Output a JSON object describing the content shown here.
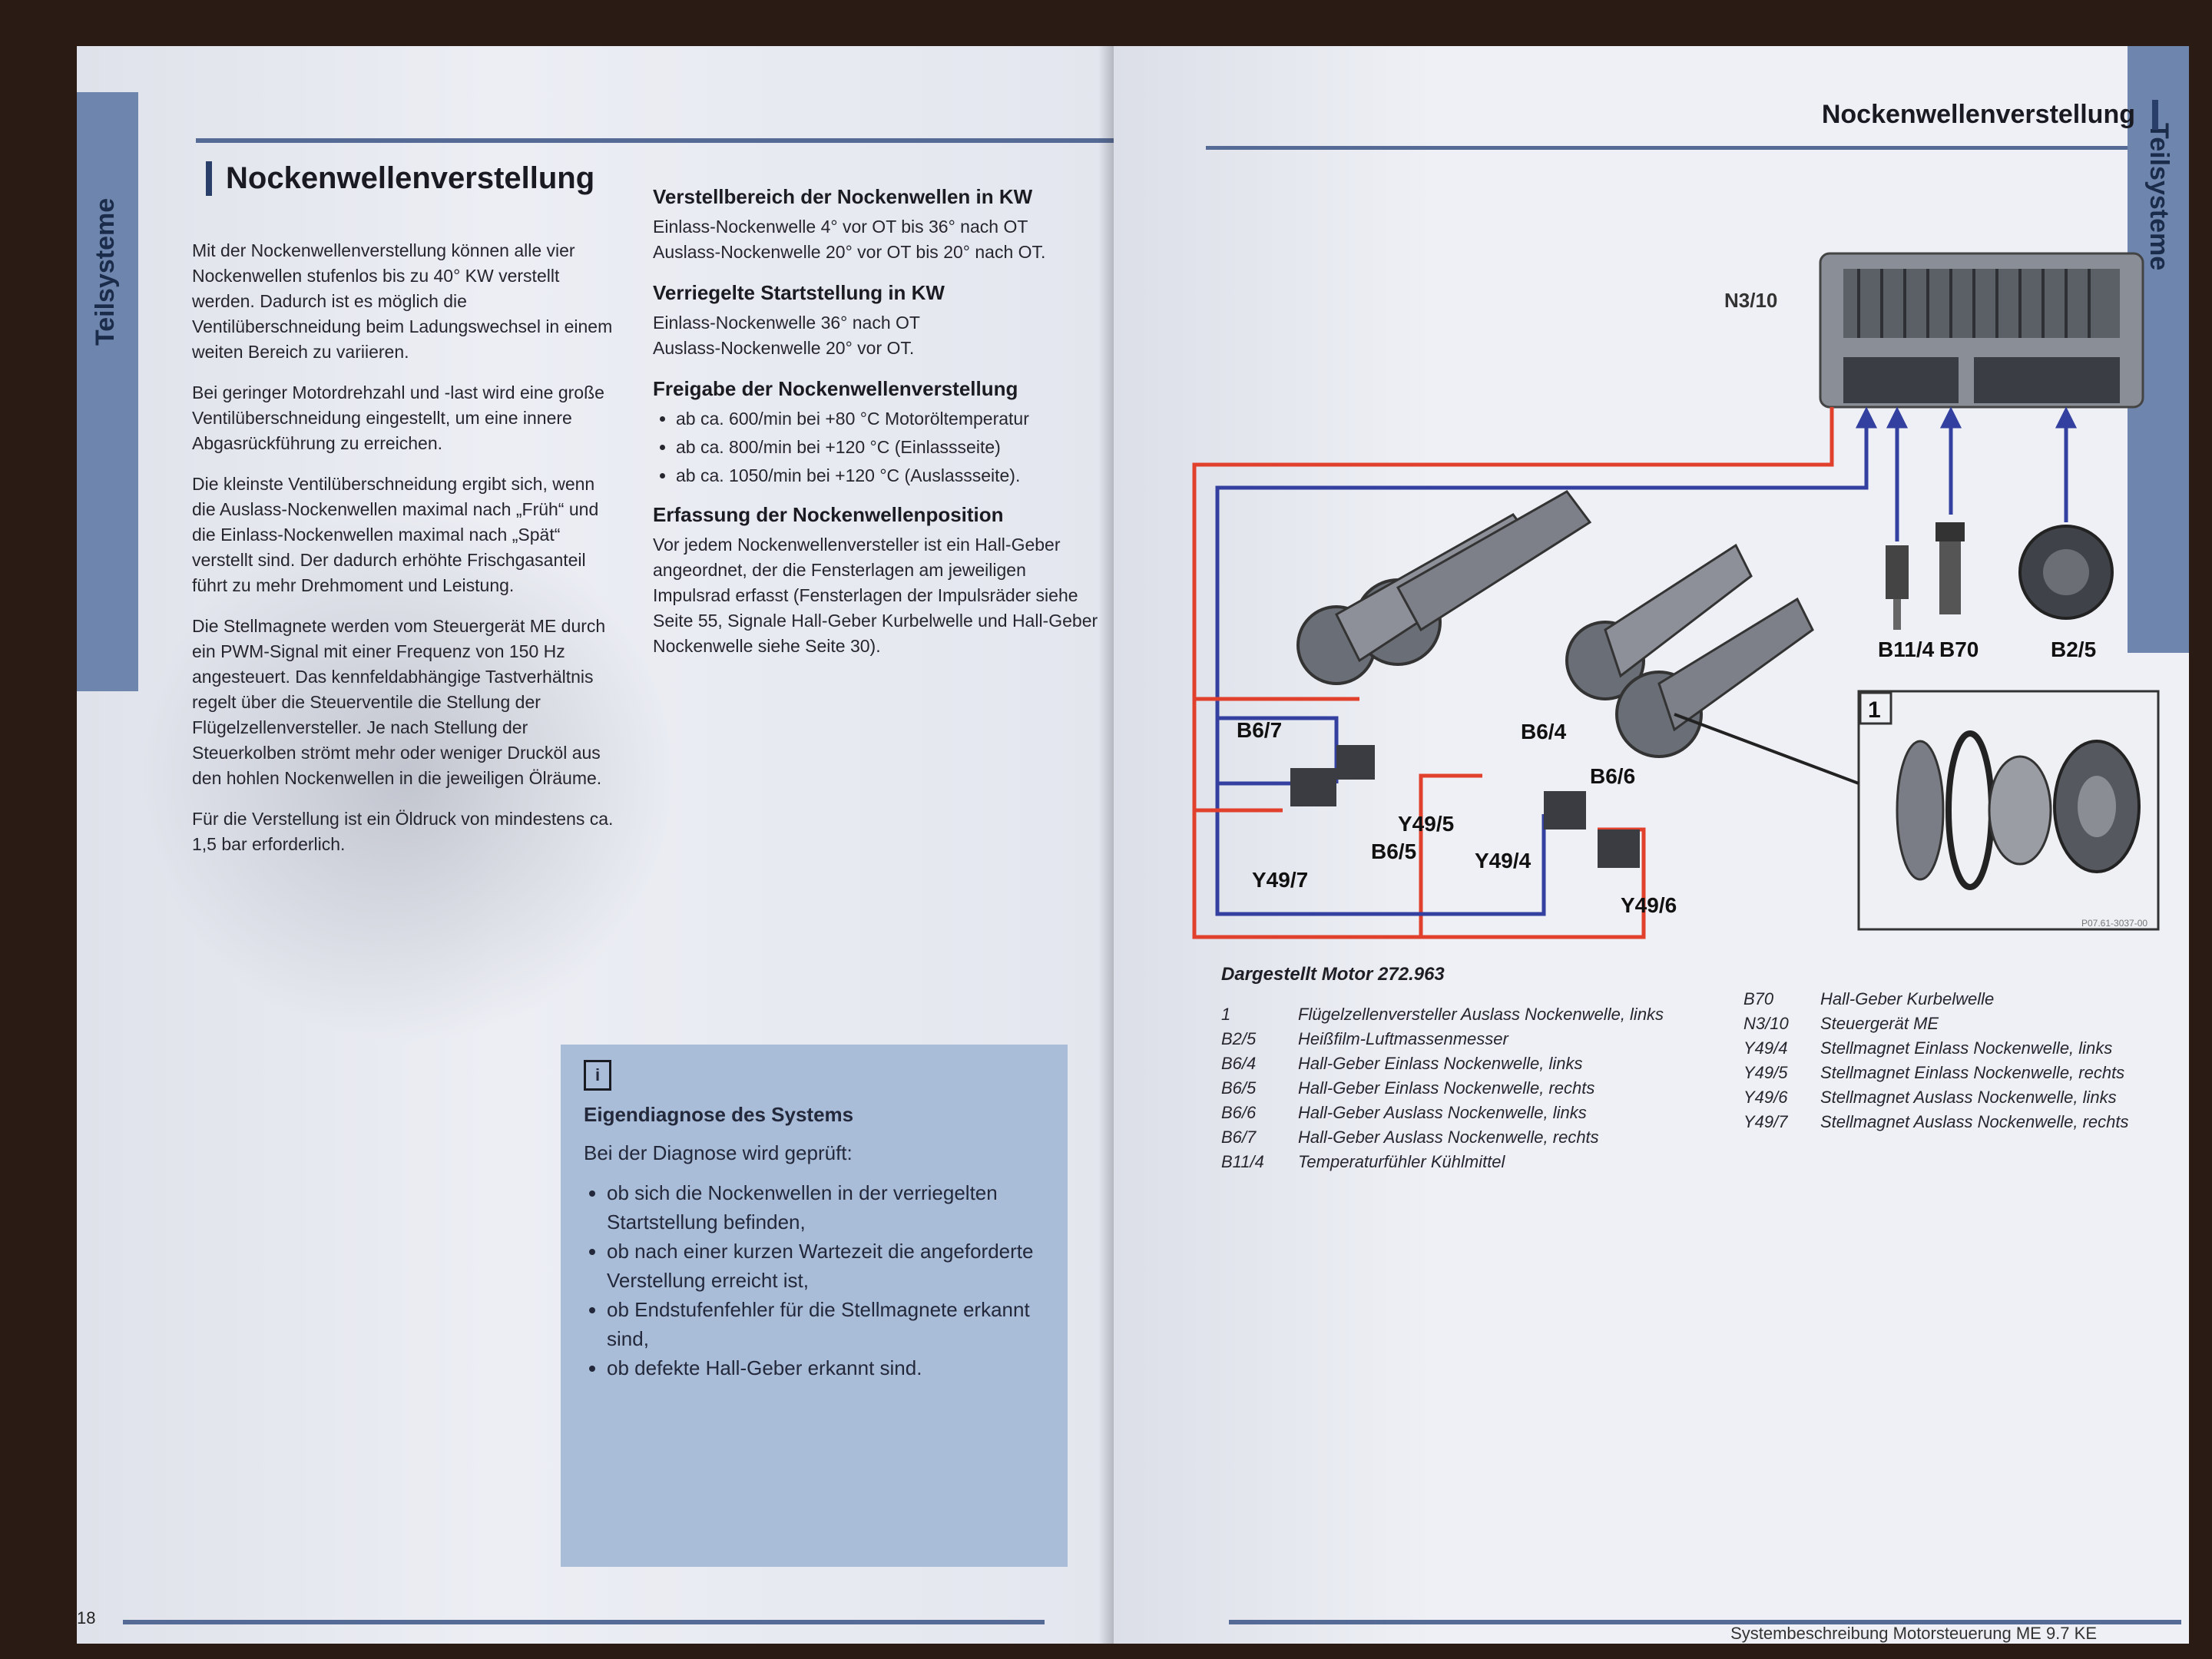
{
  "left": {
    "tab_label": "Teilsysteme",
    "title": "Nockenwellenverstellung",
    "col1": [
      "Mit der Nockenwellenverstellung können alle vier Nockenwellen stufenlos bis zu 40° KW verstellt werden. Dadurch ist es möglich die Ventilüberschneidung beim Ladungswechsel in einem weiten Bereich zu variieren.",
      "Bei geringer Motordrehzahl und -last wird eine große Ventilüberschneidung eingestellt, um eine innere Abgasrückführung zu erreichen.",
      "Die kleinste Ventilüberschneidung ergibt sich, wenn die Auslass-Nockenwellen maximal nach „Früh“ und die Einlass-Nockenwellen maximal nach „Spät“ verstellt sind. Der dadurch erhöhte Frischgasanteil führt zu mehr Drehmoment und Leistung.",
      "Die Stellmagnete werden vom Steuergerät ME durch ein PWM-Signal mit einer Frequenz von 150 Hz angesteuert. Das kennfeldabhängige Tastverhältnis regelt über die Steuerventile die Stellung der Flügelzellenversteller. Je nach Stellung der Steuerkolben strömt mehr oder weniger Drucköl aus den hohlen Nockenwellen in die jeweiligen Ölräume.",
      "Für die Verstellung ist ein Öldruck von mindestens ca. 1,5 bar erforderlich."
    ],
    "col2": {
      "h1": "Verstellbereich der Nockenwellen in KW",
      "h1_lines": [
        "Einlass-Nockenwelle 4° vor OT bis 36° nach OT",
        "Auslass-Nockenwelle 20° vor OT bis 20° nach OT."
      ],
      "h2": "Verriegelte Startstellung in KW",
      "h2_lines": [
        "Einlass-Nockenwelle 36° nach OT",
        "Auslass-Nockenwelle 20° vor OT."
      ],
      "h3": "Freigabe der Nockenwellenverstellung",
      "h3_items": [
        "ab ca. 600/min bei +80 °C Motoröltemperatur",
        "ab ca. 800/min bei +120 °C (Einlassseite)",
        "ab ca. 1050/min bei +120 °C (Auslassseite)."
      ],
      "h4": "Erfassung der Nockenwellenposition",
      "h4_text": "Vor jedem Nockenwellenversteller ist ein Hall-Geber angeordnet, der die Fensterlagen am jeweiligen Impulsrad erfasst (Fensterlagen der Impulsräder siehe Seite 55, Signale Hall-Geber Kurbelwelle und Hall-Geber Nockenwelle siehe Seite 30)."
    },
    "info": {
      "icon": "i",
      "title": "Eigendiagnose des Systems",
      "intro": "Bei der Diagnose wird geprüft:",
      "items": [
        "ob sich die Nockenwellen in der verriegelten Startstellung befinden,",
        "ob nach einer kurzen Wartezeit die angeforderte Verstellung erreicht ist,",
        "ob Endstufenfehler für die Stellmagnete erkannt sind,",
        "ob defekte Hall-Geber erkannt sind."
      ]
    },
    "page_number": "18"
  },
  "right": {
    "tab_label": "Teilsysteme",
    "title": "Nockenwellenverstellung",
    "labels": {
      "n310": "N3/10",
      "b114": "B11/4",
      "b70": "B70",
      "b25": "B2/5",
      "b67": "B6/7",
      "b64": "B6/4",
      "b66": "B6/6",
      "b65": "B6/5",
      "y495": "Y49/5",
      "y497": "Y49/7",
      "y494": "Y49/4",
      "y496": "Y49/6",
      "inset": "1"
    },
    "figure_ref": "P07.61-3037-00",
    "legend_title": "Dargestellt Motor 272.963",
    "legend_left": [
      {
        "k": "1",
        "v": "Flügelzellenversteller Auslass Nockenwelle, links"
      },
      {
        "k": "B2/5",
        "v": "Heißfilm-Luftmassenmesser"
      },
      {
        "k": "B6/4",
        "v": "Hall-Geber Einlass Nockenwelle, links"
      },
      {
        "k": "B6/5",
        "v": "Hall-Geber Einlass Nockenwelle, rechts"
      },
      {
        "k": "B6/6",
        "v": "Hall-Geber Auslass Nockenwelle, links"
      },
      {
        "k": "B6/7",
        "v": "Hall-Geber Auslass Nockenwelle, rechts"
      },
      {
        "k": "B11/4",
        "v": "Temperaturfühler Kühlmittel"
      }
    ],
    "legend_right": [
      {
        "k": "B70",
        "v": "Hall-Geber Kurbelwelle"
      },
      {
        "k": "N3/10",
        "v": "Steuergerät ME"
      },
      {
        "k": "Y49/4",
        "v": "Stellmagnet Einlass Nockenwelle, links"
      },
      {
        "k": "Y49/5",
        "v": "Stellmagnet Einlass Nockenwelle, rechts"
      },
      {
        "k": "Y49/6",
        "v": "Stellmagnet Auslass Nockenwelle, links"
      },
      {
        "k": "Y49/7",
        "v": "Stellmagnet Auslass Nockenwelle, rechts"
      }
    ],
    "footer": "Systembeschreibung Motorsteuerung ME 9.7 KE"
  },
  "colors": {
    "signal_red": "#e0402c",
    "signal_blue": "#3340a0",
    "accent_blue": "#6e86ad"
  }
}
